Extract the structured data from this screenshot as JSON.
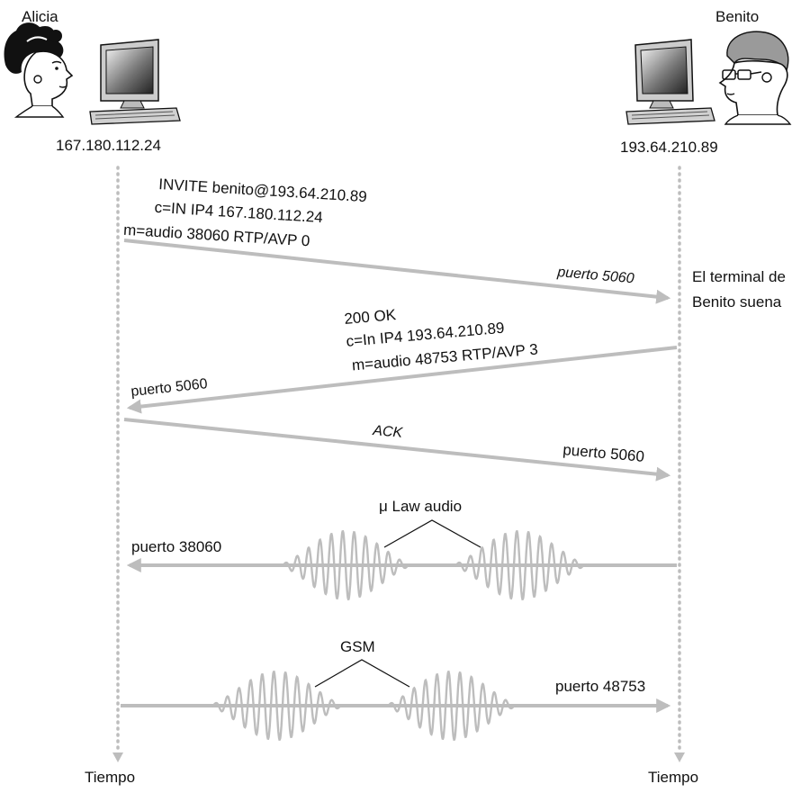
{
  "left_party": {
    "name": "Alicia",
    "ip": "167.180.112.24",
    "time_label": "Tiempo"
  },
  "right_party": {
    "name": "Benito",
    "ip": "193.64.210.89",
    "time_label": "Tiempo"
  },
  "messages": {
    "invite": {
      "line1": "INVITE benito@193.64.210.89",
      "line2": "c=IN IP4 167.180.112.24",
      "line3": "m=audio 38060 RTP/AVP 0",
      "port": "puerto 5060"
    },
    "ok": {
      "line1": "200 OK",
      "line2": "c=In IP4 193.64.210.89",
      "line3": "m=audio 48753 RTP/AVP 3",
      "port": "puerto 5060"
    },
    "ack": {
      "label": "ACK",
      "port": "puerto 5060"
    },
    "media_to_alicia": {
      "label": "μ Law audio",
      "port": "puerto 38060"
    },
    "media_to_benito": {
      "label": "GSM",
      "port": "puerto 48753"
    }
  },
  "ringing_note": {
    "line1": "El terminal de",
    "line2": "Benito suena"
  },
  "colors": {
    "line": "#bdbdbd",
    "text": "#111111"
  }
}
